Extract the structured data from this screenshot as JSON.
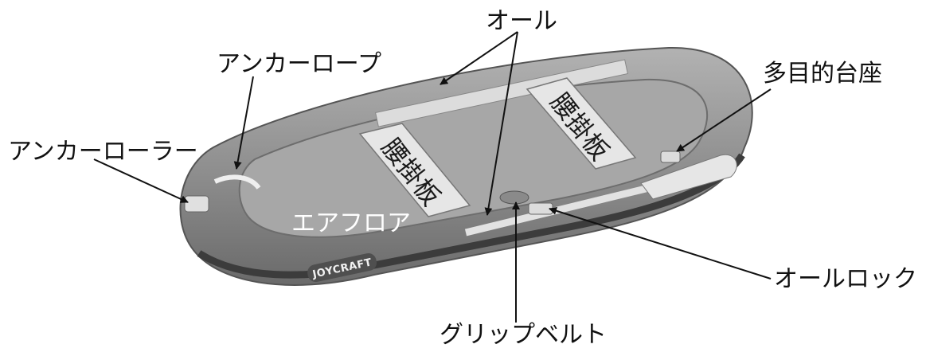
{
  "labels": {
    "oar": "オール",
    "anchor_rope": "アンカーロープ",
    "multi_purpose_mount": "多目的台座",
    "anchor_roller": "アンカーローラー",
    "seat_board": "腰掛板",
    "air_floor": "エアフロア",
    "oar_lock": "オールロック",
    "grip_belt": "グリップベルト"
  },
  "brand": "JOYCRAFT",
  "colors": {
    "background": "#ffffff",
    "boat_tube": "#8f8f8f",
    "boat_floor": "#a9a9a9",
    "seat_board": "#e6e6e6",
    "oar": "#e2e2e2",
    "arrow": "#111111"
  }
}
